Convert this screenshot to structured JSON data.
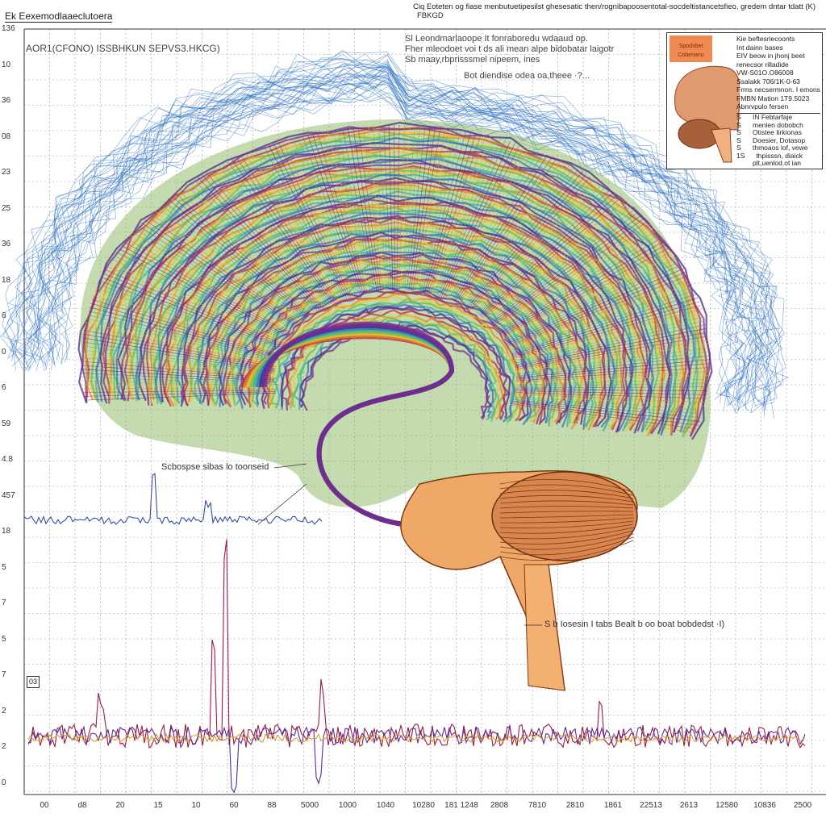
{
  "title": "Ek Eexemodlaaeclutoera",
  "subtitle": "AOR1(CFONO) ISSBHKUN SEPVS3.HKCG)",
  "header": {
    "line1": "Ciq Eoteten og fiase menbutuetipesilst ghesesatic then/rognibapoosentotal-socdeltistancetsfieo, gredem dntar tdatt (K)",
    "line2": "FBKGD"
  },
  "notes": [
    "Sl Leondmarlaoope It fonraboredu wdaaud op.",
    "Fher mleodoet voi t ds ali mean alpe bidobatar laigotr",
    "Sb maay,rbprisssmel nipeem, ines"
  ],
  "annotations": [
    "Bot diendise odea oa,theee ·?...",
    "Scbospse sibas lo toonseid",
    "S b Iosesin I tabs Bealt b oo boat bobdedst ·I)"
  ],
  "badge": "03",
  "inset": {
    "tag": [
      "Spodvbet",
      "Coberiano"
    ],
    "lines": [
      "Kie beftesriecoonts",
      "Int dainn bases",
      "EIV beow in jhonj beet",
      "renecsor rilladide",
      "VW-S01O.O86008",
      "Ssalakk 706/1K-0-63",
      "Frrns necsermnon. I emons",
      "FMBN Mation 1T9.5023",
      "Abnrvpulo fersen"
    ],
    "list": [
      [
        "S",
        "IN Febtarfaje"
      ],
      [
        "S",
        "menien dobobch"
      ],
      [
        "S",
        "Otistee Iirkionas"
      ],
      [
        "S",
        "Doesier, Dotasop"
      ],
      [
        "S",
        "thmoaos lof, vewe"
      ],
      [
        "1S",
        "thpisssn, diaick"
      ],
      [
        "",
        "plt,uenlod.ot ian"
      ]
    ]
  },
  "y_ticks": [
    "136",
    "10",
    "36",
    "08",
    "23",
    "25",
    "36",
    "18",
    "6",
    "0",
    "6",
    "59",
    "4.8",
    "457",
    "18",
    "5",
    "7",
    "5",
    "7",
    "2",
    "2",
    "0"
  ],
  "x_ticks": [
    "00",
    "d8",
    "20",
    "15",
    "10",
    "60",
    "88",
    "5000",
    "1000",
    "1040",
    "10280",
    "181 1248",
    "2808",
    "7810",
    "2810",
    "1861",
    "22513",
    "2613",
    "12580",
    "10836",
    "2500"
  ],
  "colors": {
    "grid": "#9a9a9a",
    "eeg_blue": "#3a4aa8",
    "eeg_red": "#9c1c3c",
    "cerebellum": "#d9864e",
    "brainstem": "#f0a868",
    "outline": "#2a6fc0"
  }
}
